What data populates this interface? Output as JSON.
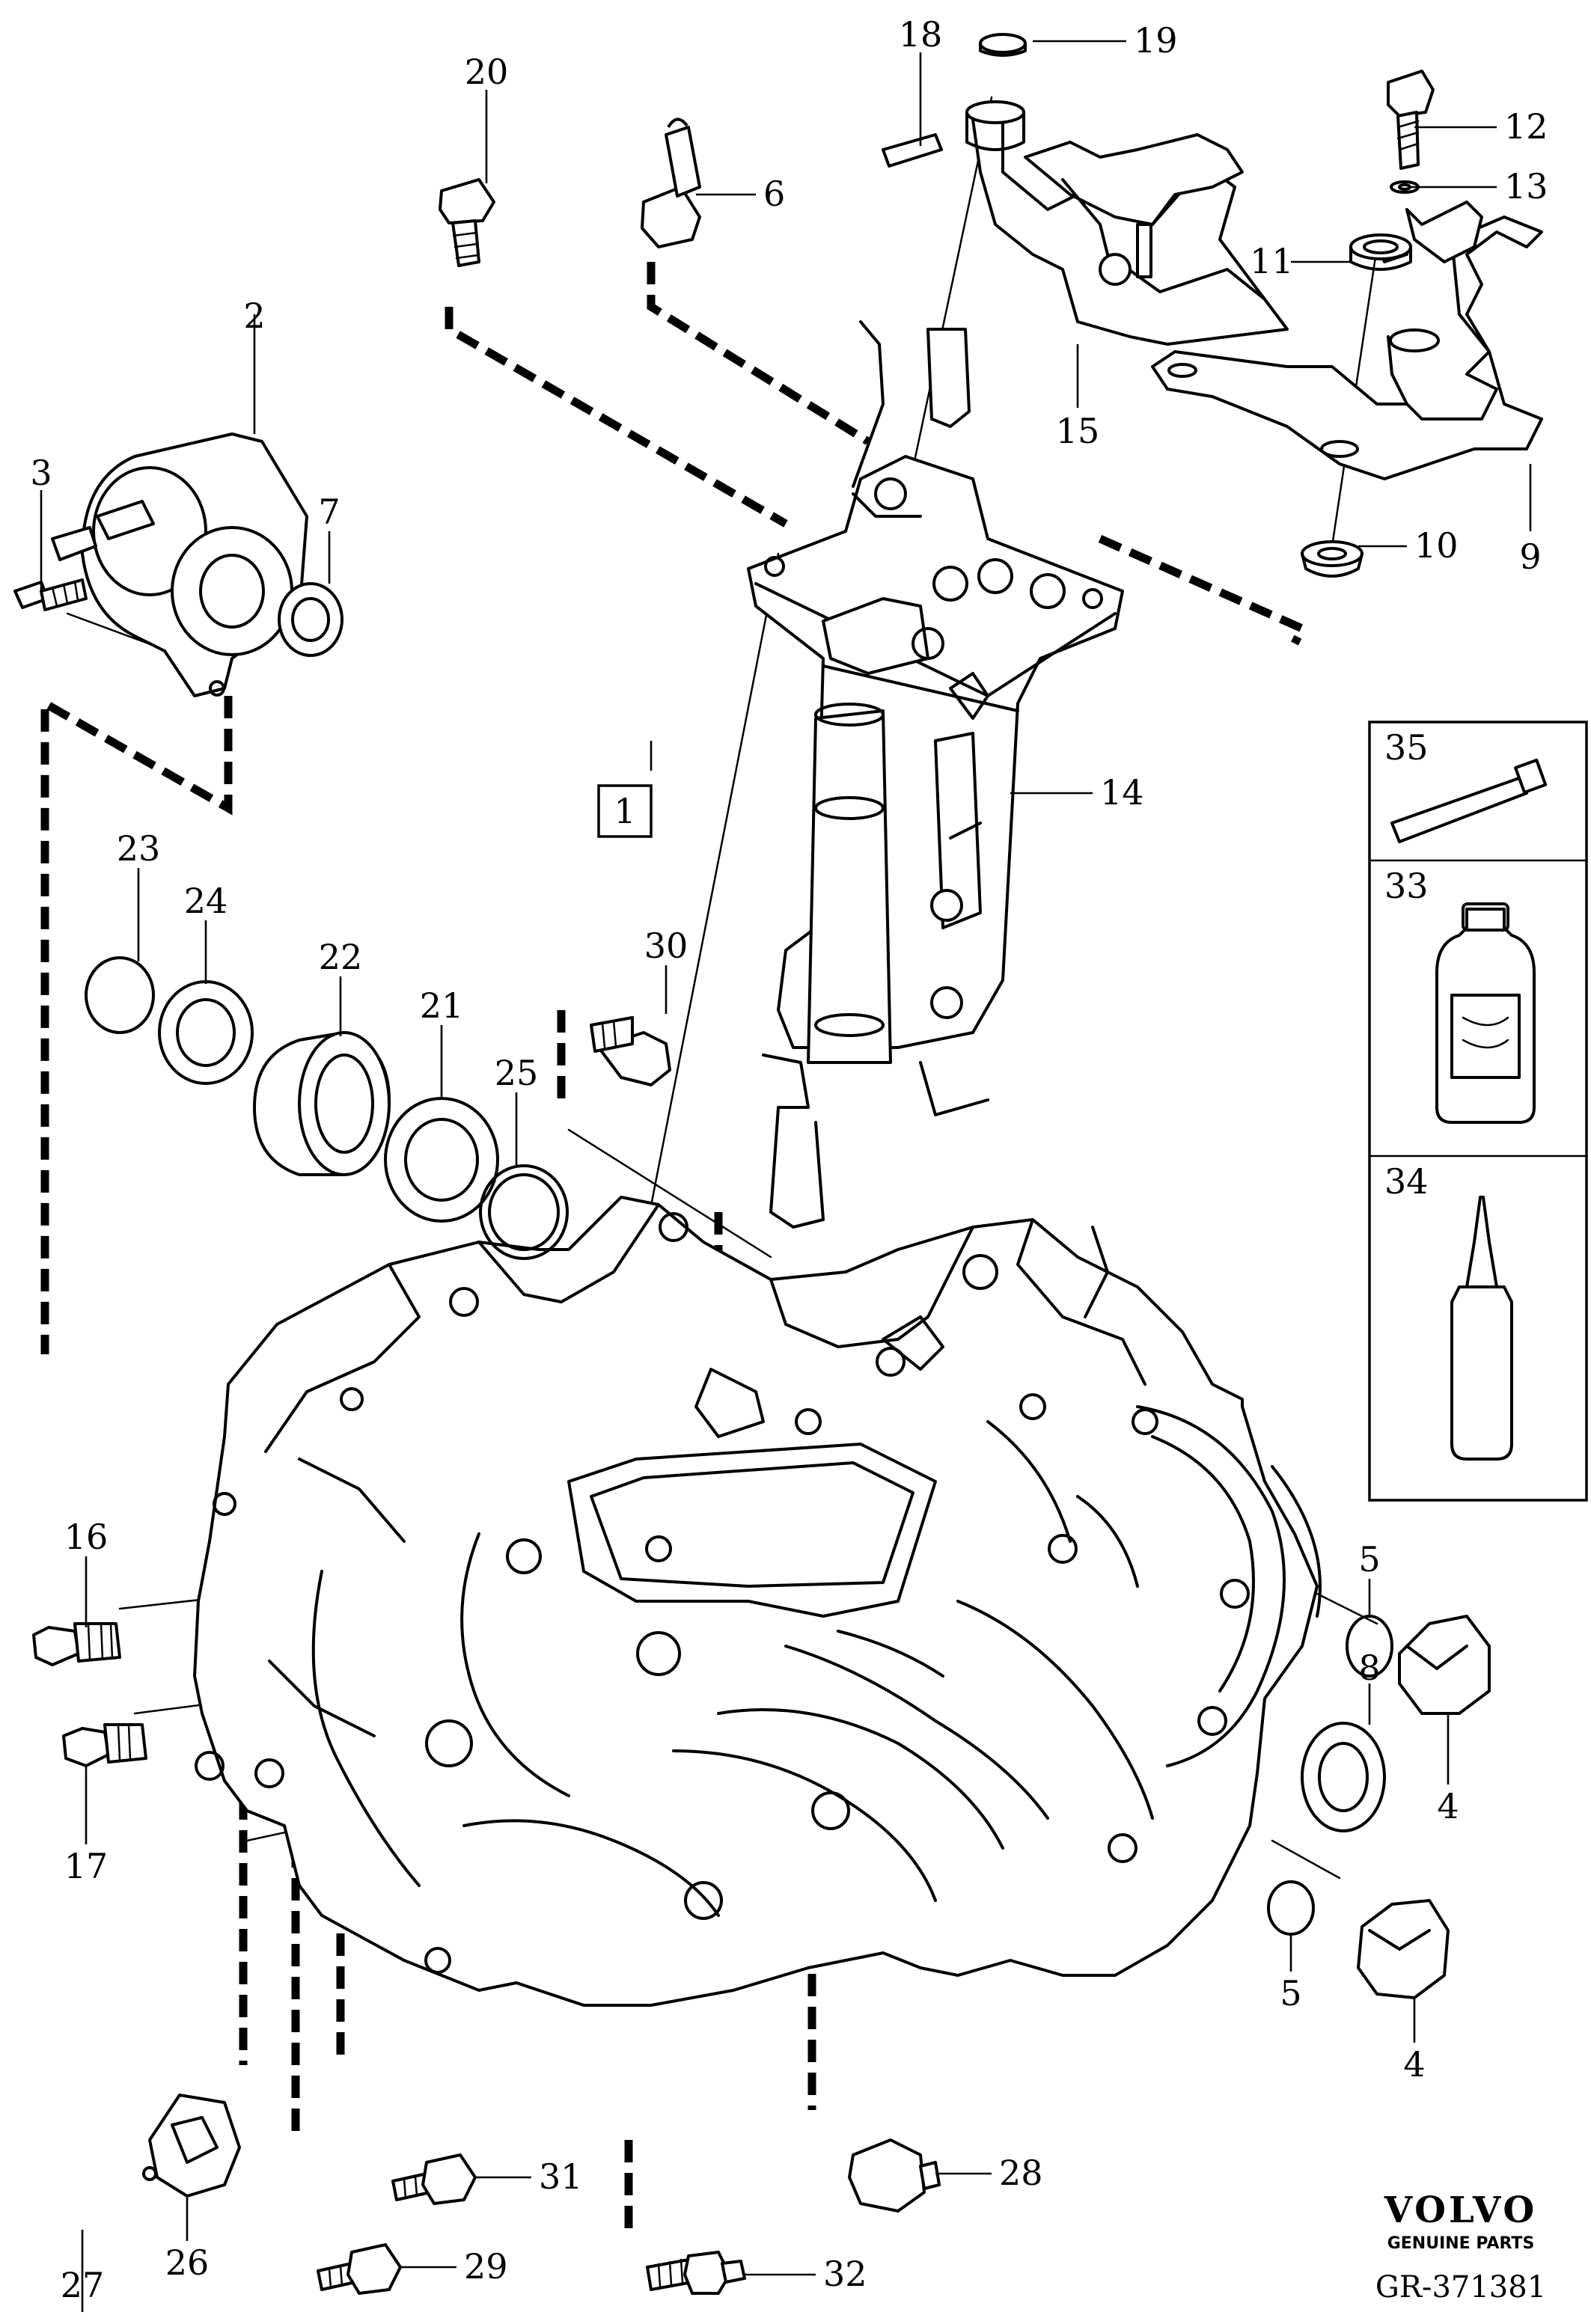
{
  "callouts": [
    "1",
    "2",
    "3",
    "4",
    "4",
    "5",
    "5",
    "6",
    "7",
    "8",
    "9",
    "10",
    "11",
    "12",
    "13",
    "14",
    "15",
    "16",
    "17",
    "18",
    "19",
    "20",
    "21",
    "22",
    "23",
    "24",
    "25",
    "26",
    "27",
    "28",
    "29",
    "30",
    "31",
    "32",
    "33",
    "34",
    "35"
  ],
  "brand": {
    "name": "VOLVO",
    "tagline": "GENUINE PARTS"
  },
  "reference": "GR-371381"
}
